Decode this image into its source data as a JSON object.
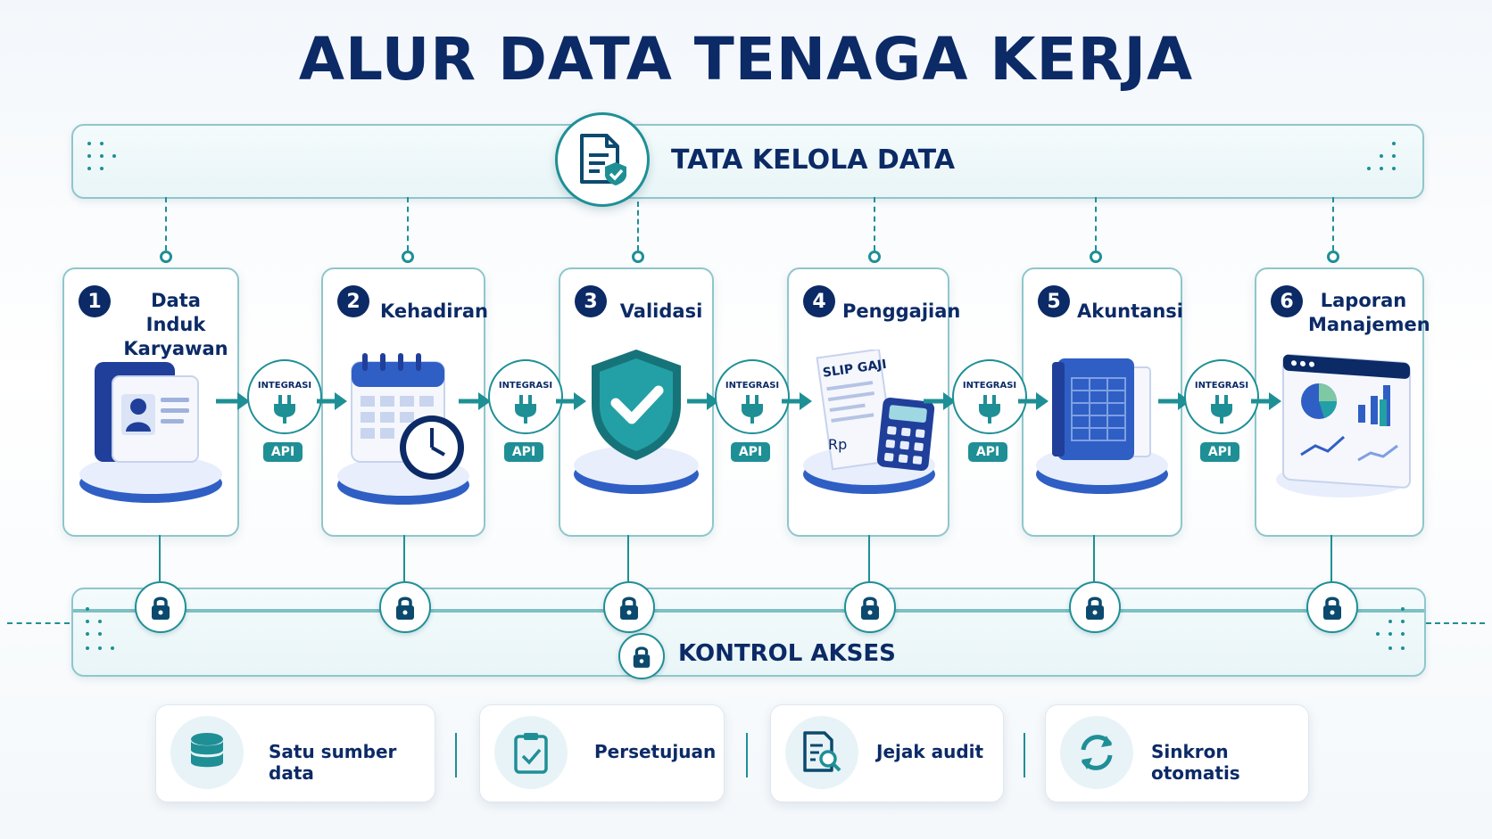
{
  "title": "ALUR DATA TENAGA KERJA",
  "governance": {
    "label": "TATA KELOLA DATA",
    "icon": "document-shield-icon"
  },
  "access": {
    "label": "KONTROL AKSES",
    "icon": "lock-icon"
  },
  "integration": {
    "label": "INTEGRASI",
    "badge": "API",
    "icon": "plug-icon"
  },
  "steps": [
    {
      "number": "1",
      "line1": "Data Induk",
      "line2": "Karyawan",
      "icon": "id-card-folder-icon"
    },
    {
      "number": "2",
      "line1": "Kehadiran",
      "line2": "",
      "icon": "calendar-clock-icon"
    },
    {
      "number": "3",
      "line1": "Validasi",
      "line2": "",
      "icon": "shield-check-icon"
    },
    {
      "number": "4",
      "line1": "Penggajian",
      "line2": "",
      "icon": "payslip-calculator-icon"
    },
    {
      "number": "5",
      "line1": "Akuntansi",
      "line2": "",
      "icon": "ledger-book-icon"
    },
    {
      "number": "6",
      "line1": "Laporan",
      "line2": "Manajemen",
      "icon": "dashboard-report-icon"
    }
  ],
  "art_text": {
    "payslip": "SLIP GAJI",
    "currency": "Rp"
  },
  "features": [
    {
      "label": "Satu sumber data",
      "icon": "database-icon"
    },
    {
      "label": "Persetujuan",
      "icon": "clipboard-check-icon"
    },
    {
      "label": "Jejak audit",
      "icon": "document-search-icon"
    },
    {
      "label": "Sinkron otomatis",
      "icon": "sync-icon"
    }
  ],
  "colors": {
    "navy": "#0b2a66",
    "teal": "#1f8f96",
    "blue": "#2f5fc4",
    "light": "#e8f3f7"
  }
}
